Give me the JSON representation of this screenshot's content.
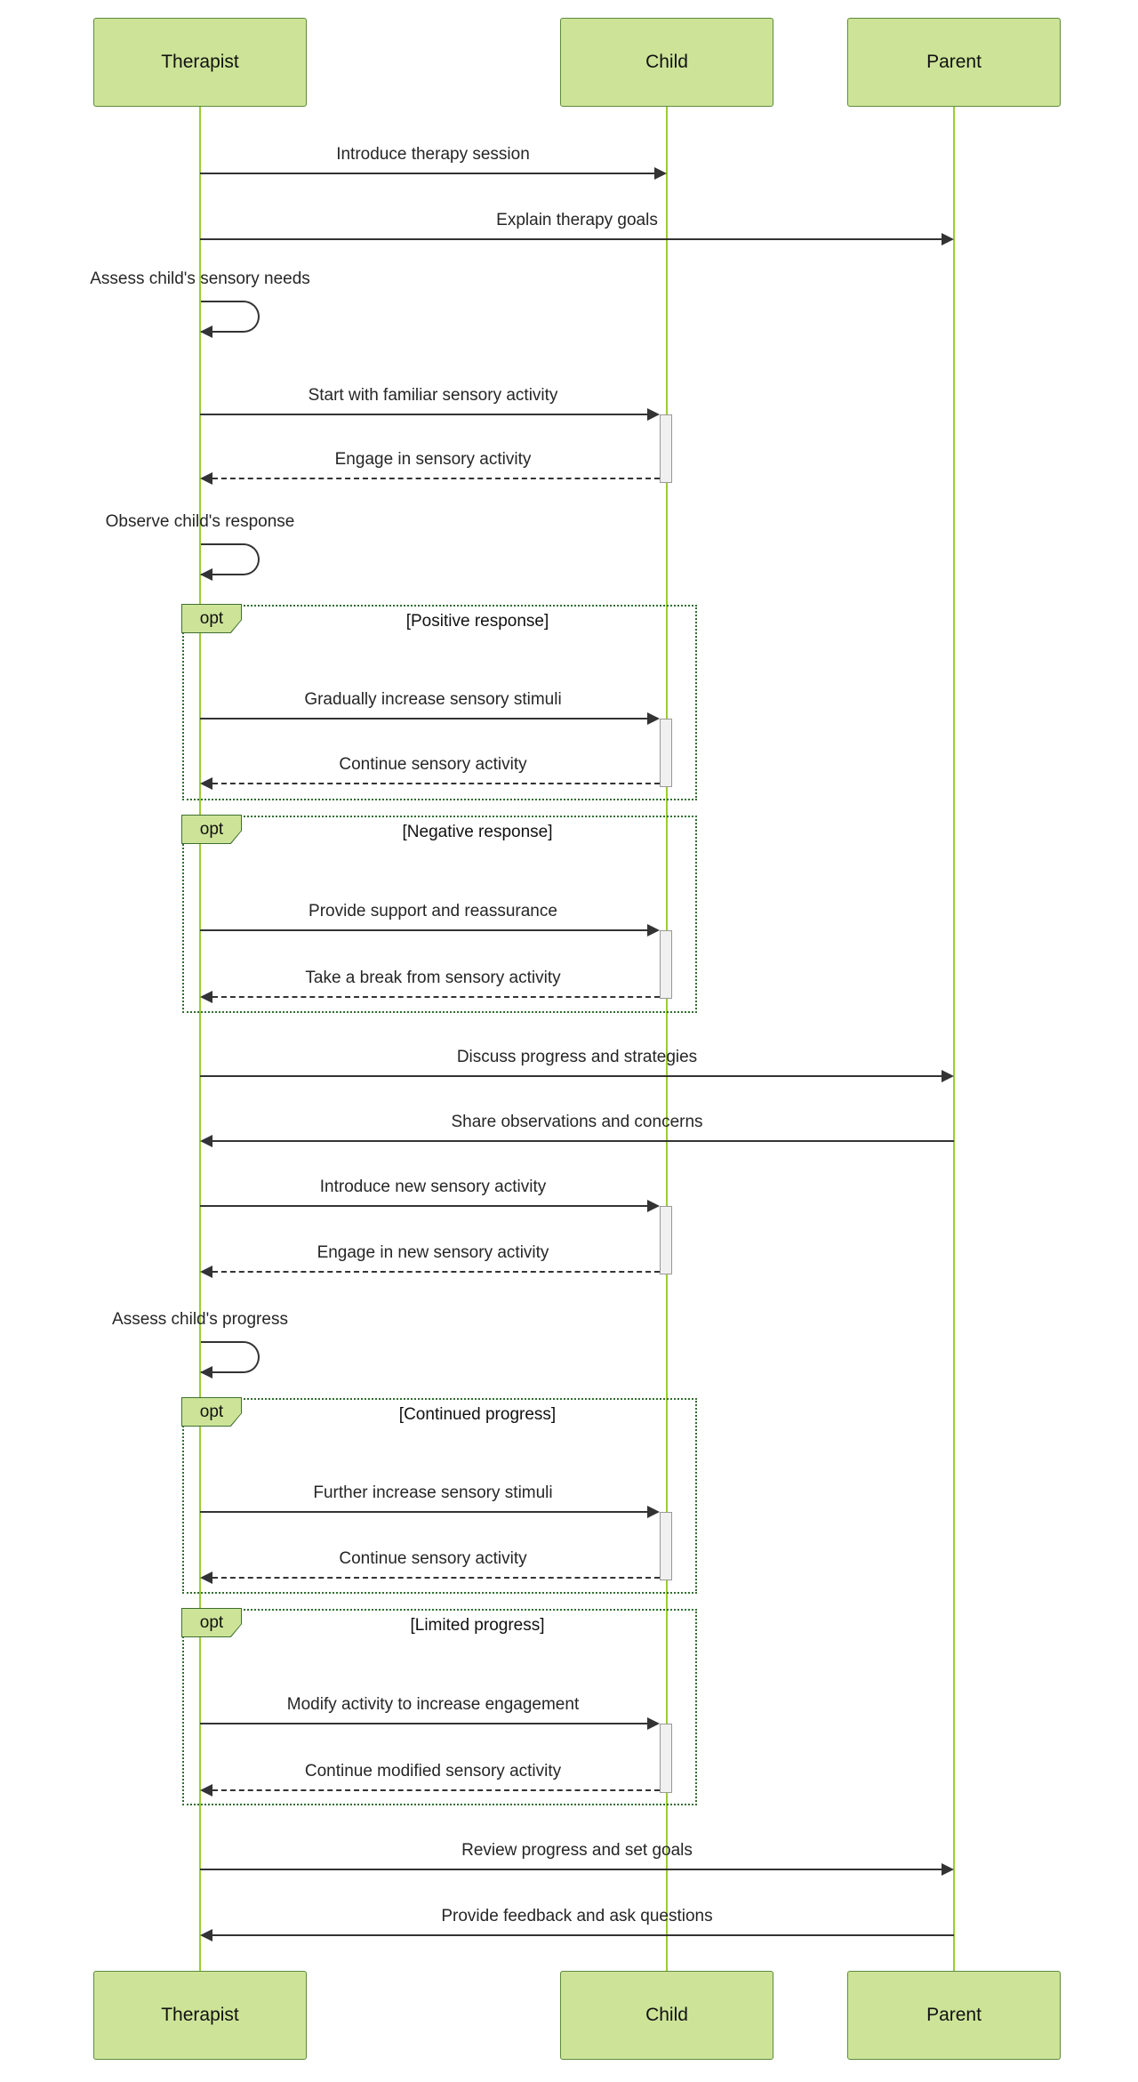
{
  "diagram": {
    "type": "sequence",
    "actors": [
      {
        "name": "Therapist"
      },
      {
        "name": "Child"
      },
      {
        "name": "Parent"
      }
    ],
    "messages": [
      {
        "label": "Introduce therapy session",
        "from": "Therapist",
        "to": "Child",
        "line": "solid"
      },
      {
        "label": "Explain therapy goals",
        "from": "Therapist",
        "to": "Parent",
        "line": "solid"
      },
      {
        "label": "Assess child's sensory needs",
        "from": "Therapist",
        "to": "Therapist",
        "line": "self"
      },
      {
        "label": "Start with familiar sensory activity",
        "from": "Therapist",
        "to": "Child",
        "line": "solid"
      },
      {
        "label": "Engage in sensory activity",
        "from": "Child",
        "to": "Therapist",
        "line": "dashed"
      },
      {
        "label": "Observe child's response",
        "from": "Therapist",
        "to": "Therapist",
        "line": "self"
      },
      {
        "label": "Gradually increase sensory stimuli",
        "from": "Therapist",
        "to": "Child",
        "line": "solid"
      },
      {
        "label": "Continue sensory activity",
        "from": "Child",
        "to": "Therapist",
        "line": "dashed"
      },
      {
        "label": "Provide support and reassurance",
        "from": "Therapist",
        "to": "Child",
        "line": "solid"
      },
      {
        "label": "Take a break from sensory activity",
        "from": "Child",
        "to": "Therapist",
        "line": "dashed"
      },
      {
        "label": "Discuss progress and strategies",
        "from": "Therapist",
        "to": "Parent",
        "line": "solid"
      },
      {
        "label": "Share observations and concerns",
        "from": "Parent",
        "to": "Therapist",
        "line": "solid"
      },
      {
        "label": "Introduce new sensory activity",
        "from": "Therapist",
        "to": "Child",
        "line": "solid"
      },
      {
        "label": "Engage in new sensory activity",
        "from": "Child",
        "to": "Therapist",
        "line": "dashed"
      },
      {
        "label": "Assess child's progress",
        "from": "Therapist",
        "to": "Therapist",
        "line": "self"
      },
      {
        "label": "Further increase sensory stimuli",
        "from": "Therapist",
        "to": "Child",
        "line": "solid"
      },
      {
        "label": "Continue sensory activity",
        "from": "Child",
        "to": "Therapist",
        "line": "dashed"
      },
      {
        "label": "Modify activity to increase engagement",
        "from": "Therapist",
        "to": "Child",
        "line": "solid"
      },
      {
        "label": "Continue modified sensory activity",
        "from": "Child",
        "to": "Therapist",
        "line": "dashed"
      },
      {
        "label": "Review progress and set goals",
        "from": "Therapist",
        "to": "Parent",
        "line": "solid"
      },
      {
        "label": "Provide feedback and ask questions",
        "from": "Parent",
        "to": "Therapist",
        "line": "solid"
      }
    ],
    "fragments": [
      {
        "operator": "opt",
        "condition": "[Positive response]"
      },
      {
        "operator": "opt",
        "condition": "[Negative response]"
      },
      {
        "operator": "opt",
        "condition": "[Continued progress]"
      },
      {
        "operator": "opt",
        "condition": "[Limited progress]"
      }
    ],
    "colors": {
      "actor_fill": "#cde498",
      "actor_border": "#5d8a3c",
      "lifeline": "#9acd32",
      "arrow": "#333333",
      "fragment_border": "#2f6f2f",
      "activation_fill": "#f0f0f0",
      "activation_border": "#999999"
    }
  }
}
